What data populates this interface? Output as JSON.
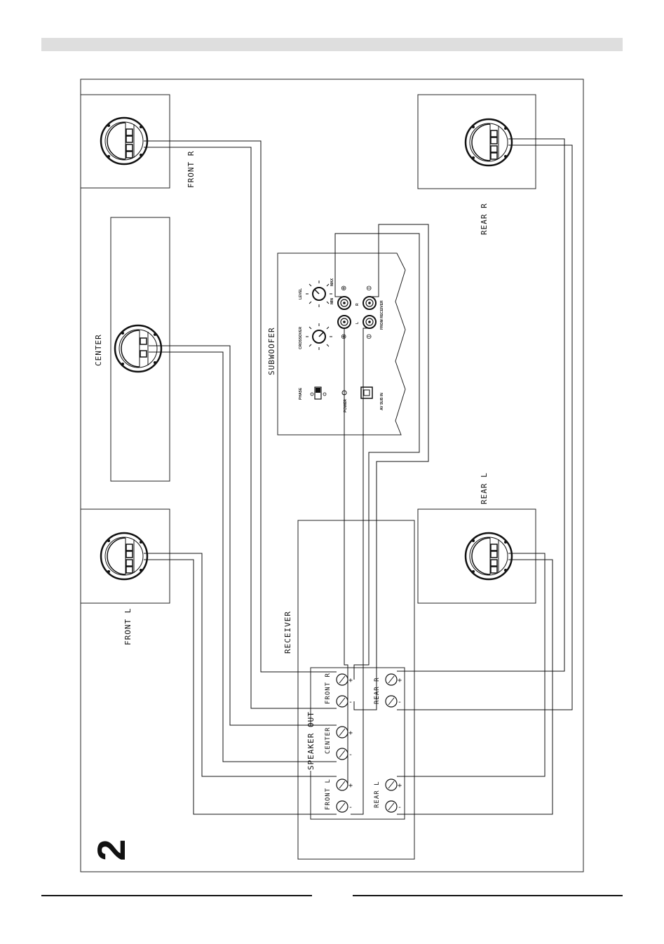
{
  "page_number": "2",
  "labels": {
    "front_r": "FRONT R",
    "center": "CENTER",
    "front_l": "FRONT L",
    "rear_r": "REAR R",
    "rear_l": "REAR L",
    "subwoofer": "SUBWOOFER",
    "receiver": "RECEIVER",
    "speaker_out": "SPEAKER OUT"
  },
  "receiver_terminals": {
    "front_r": "FRONT R",
    "center": "CENTER",
    "front_l": "FRONT L",
    "rear_r": "REAR R",
    "rear_l": "REAR L",
    "plus": "+",
    "minus": "-"
  },
  "subwoofer_panel": {
    "level": "LEVEL",
    "min": "MIN",
    "max": "MAX",
    "crossover": "CROSSOVER",
    "phase": "PHASE",
    "power": "POWER",
    "from_receiver": "FROM RECEIVER",
    "av_sub_in": "AV SUB IN",
    "r": "R",
    "l": "L"
  }
}
